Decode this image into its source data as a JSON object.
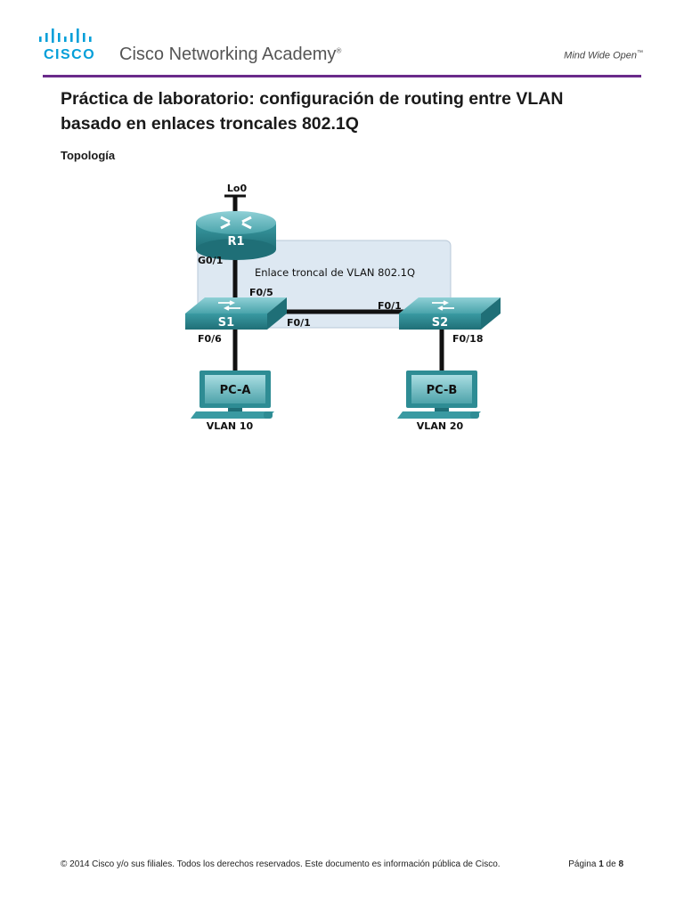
{
  "header": {
    "logo_text": "CISCO",
    "academy_name": "Cisco Networking Academy",
    "academy_mark": "®",
    "tagline": "Mind Wide Open",
    "tagline_mark": "™"
  },
  "document": {
    "title_line1": "Práctica de laboratorio: configuración de routing entre VLAN",
    "title_line2": "basado en enlaces troncales 802.1Q",
    "section_heading": "Topología"
  },
  "topology": {
    "loopback": "Lo0",
    "router": "R1",
    "router_port": "G0/1",
    "trunk_label": "Enlace troncal de VLAN 802.1Q",
    "s1_up_port": "F0/5",
    "switch1": "S1",
    "s1_trunk_port": "F0/1",
    "s2_trunk_port": "F0/1",
    "switch2": "S2",
    "s1_pc_port": "F0/6",
    "s2_pc_port": "F0/18",
    "pc_a": "PC-A",
    "pc_b": "PC-B",
    "vlan_a": "VLAN 10",
    "vlan_b": "VLAN 20"
  },
  "colors": {
    "cisco_blue": "#049fd9",
    "rule_purple": "#6a2a8a",
    "device_teal": "#2e8c94",
    "trunk_area": "#dde8f2"
  },
  "footer": {
    "copyright": "© 2014 Cisco y/o sus filiales. Todos los derechos reservados. Este documento es información pública de Cisco.",
    "page_word": "Página",
    "page_current": "1",
    "page_of": "de",
    "page_total": "8"
  }
}
